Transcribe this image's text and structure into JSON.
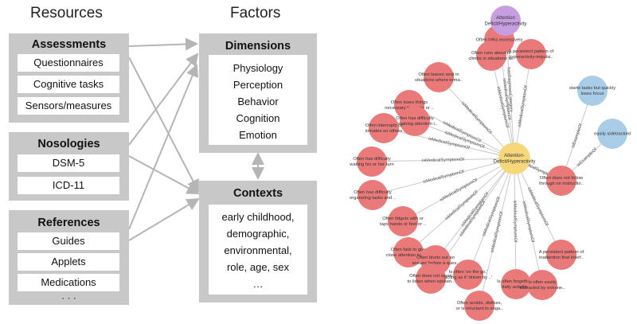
{
  "headers": {
    "resources": "Resources",
    "factors": "Factors"
  },
  "assessments": {
    "title": "Assessments",
    "items": [
      "Questionnaires",
      "Cognitive tasks",
      "Sensors/measures"
    ]
  },
  "nosologies": {
    "title": "Nosologies",
    "items": [
      "DSM-5",
      "ICD-11"
    ]
  },
  "references": {
    "title": "References",
    "items": [
      "Guides",
      "Applets",
      "Medications"
    ],
    "more": "· · ·"
  },
  "dimensions": {
    "title": "Dimensions",
    "items": [
      "Physiology",
      "Perception",
      "Behavior",
      "Cognition",
      "Emotion"
    ]
  },
  "contexts": {
    "title": "Contexts",
    "items": [
      "early childhood,",
      "demographic,",
      "environmental,",
      "role, age, sex",
      "…"
    ]
  },
  "graph": {
    "center": {
      "lines": [
        "Attention-",
        "Deficit/Hyperactivity"
      ],
      "color": "#f6d77a"
    },
    "top": {
      "lines": [
        "Attention",
        "Deficit/Hyperactivity"
      ],
      "color": "#c79ee0"
    },
    "symptom_color": "#ea7a7a",
    "example_color": "#a9cde6",
    "edge_color": "#c9c9c9",
    "label_color": "#555555",
    "node_text_color": "#333333",
    "top_edge_label": "hasDiagnosisCategory",
    "subtype_node": {
      "lines": [
        "Often does not follow",
        "through on instructio.."
      ],
      "edge_label": "isMedicalSymptomOf"
    },
    "example_nodes": [
      {
        "lines": [
          "starts tasks but quickly",
          "loses focus"
        ],
        "edge_label": "isExampleOf"
      },
      {
        "lines": [
          "easily sidetracked"
        ],
        "edge_label": "isExampleOf"
      }
    ],
    "symptoms": [
      {
        "lines": [
          "Often talks excessively"
        ],
        "edge_label": "isMedicalSymptomOf"
      },
      {
        "lines": [
          "Often runs about or",
          "climbs in situations w.."
        ],
        "edge_label": "isMedicalSymptomOf"
      },
      {
        "lines": [
          "A persistent pattern of",
          "hyperactivity-impulsi.."
        ],
        "edge_label": "isMedicalSymptomOf"
      },
      {
        "lines": [
          "Often leaves seat in",
          "situations where rema.."
        ],
        "edge_label": "isMedicalSymptomOf"
      },
      {
        "lines": [
          "Often loses things",
          "necessary for tasks or .."
        ],
        "edge_label": "isMedicalSymptomOf"
      },
      {
        "lines": [
          "Often has difficulty",
          "sustaining attention i.."
        ],
        "edge_label": "isMedicalSymptomOf"
      },
      {
        "lines": [
          "Often interrupts or",
          "intrudes on others"
        ],
        "edge_label": "isMedicalSymptomOf"
      },
      {
        "lines": [
          "Often has difficulty",
          "waiting his or her turn"
        ],
        "edge_label": "isMedicalSymptomOf"
      },
      {
        "lines": [
          "Often has difficulty",
          "organizing tasks and .."
        ],
        "edge_label": "isMedicalSymptomOf"
      },
      {
        "lines": [
          "Often fidgets with or",
          "taps hands or feet or .."
        ],
        "edge_label": "isMedicalSymptomOf"
      },
      {
        "lines": [
          "Often fails to give",
          "close attention to det.."
        ],
        "edge_label": "isMedicalSymptomOf"
      },
      {
        "lines": [
          "Often blurts out an",
          "answer before a ques.."
        ],
        "edge_label": "isMedicalSymptomOf"
      },
      {
        "lines": [
          "Often does not seem",
          "to listen when spoken.."
        ],
        "edge_label": "isMedicalSymptomOf"
      },
      {
        "lines": [
          "Is often 'on the go,'",
          "acting as if 'driven by ..'"
        ],
        "edge_label": "isMedicalSymptomOf"
      },
      {
        "lines": [
          "Often avoids, dislikes,",
          "or is reluctant to enga.."
        ],
        "edge_label": "isMedicalSymptomOf"
      },
      {
        "lines": [
          "Is often forgetful in",
          "daily activities"
        ],
        "edge_label": "isMedicalSymptomOf"
      },
      {
        "lines": [
          "Is often easily",
          "distracted by extrane.."
        ],
        "edge_label": "isMedicalSymptomOf"
      },
      {
        "lines": [
          "A persistent pattern of",
          "inattention that interf.."
        ],
        "edge_label": "isMedicalSymptomOf"
      }
    ]
  }
}
